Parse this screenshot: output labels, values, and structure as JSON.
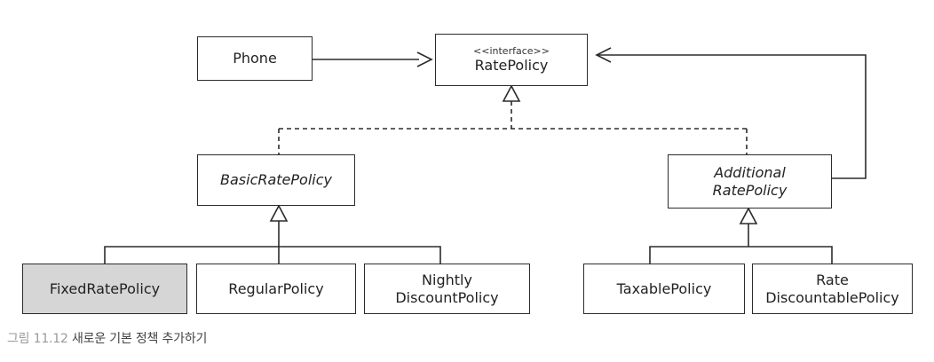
{
  "classes": {
    "phone": {
      "name": "Phone"
    },
    "rate_policy": {
      "stereotype": "<<interface>>",
      "name": "RatePolicy"
    },
    "basic_rate_policy": {
      "name": "BasicRatePolicy"
    },
    "additional_rate_policy": {
      "name": "Additional\nRatePolicy"
    },
    "fixed_rate_policy": {
      "name": "FixedRatePolicy"
    },
    "regular_policy": {
      "name": "RegularPolicy"
    },
    "nightly_discount_policy": {
      "name": "Nightly\nDiscountPolicy"
    },
    "taxable_policy": {
      "name": "TaxablePolicy"
    },
    "rate_discountable_policy": {
      "name": "Rate\nDiscountablePolicy"
    }
  },
  "colors": {
    "line": "#2b2b2b",
    "shaded_fill": "#d6d6d6",
    "caption_accent": "#9a9a9a"
  },
  "caption": {
    "label": "그림 11.12",
    "text": "새로운 기본 정책 추가하기"
  }
}
